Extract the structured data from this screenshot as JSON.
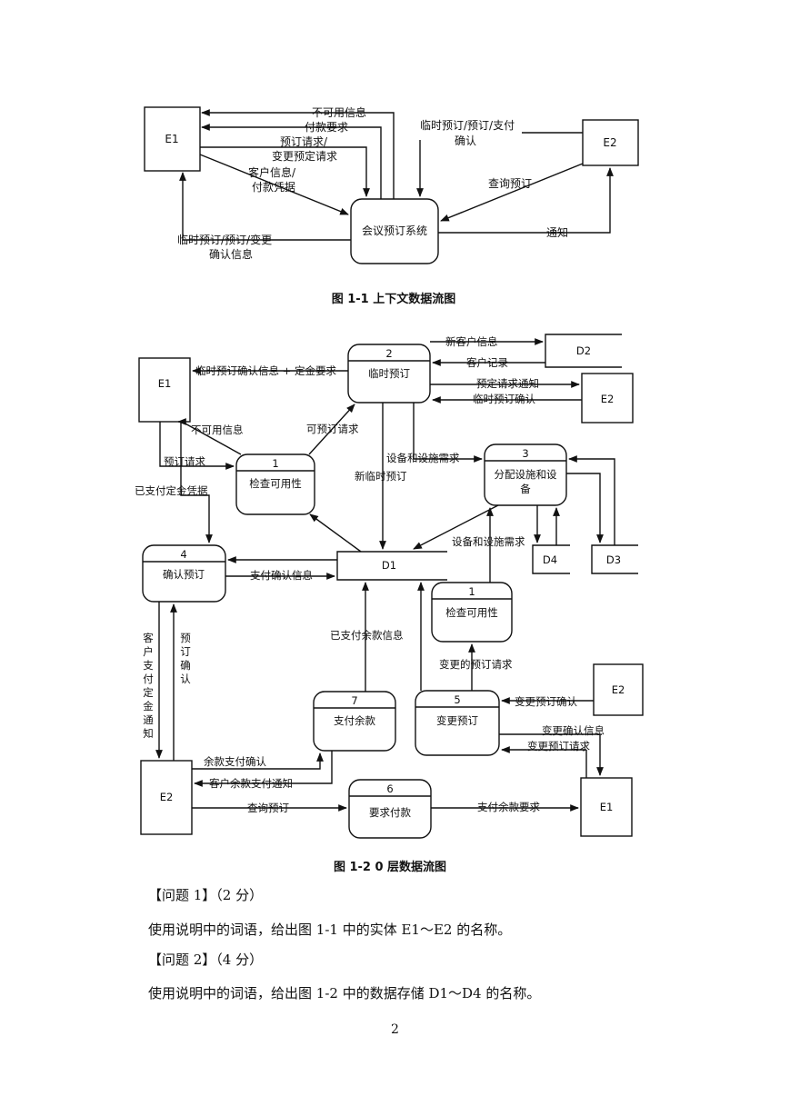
{
  "diagram1": {
    "entities": {
      "e1": "E1",
      "e2": "E2"
    },
    "process": "会议预订系统",
    "flows": {
      "unavailable": "不可用信息",
      "payment_request": "付款要求",
      "booking_request_1": "预订请求/",
      "booking_request_2": "变更预定请求",
      "customer_info_1": "客户信息/",
      "customer_info_2": "付款凭据",
      "confirm_1": "临时预订/预订/变更",
      "confirm_2": "确认信息",
      "e2_confirm_1": "临时预订/预订/支付",
      "e2_confirm_2": "确认",
      "query": "查询预订",
      "notify": "通知"
    },
    "caption": "图 1-1  上下文数据流图"
  },
  "diagram2": {
    "entities": {
      "e1": "E1",
      "e2": "E2"
    },
    "stores": {
      "d1": "D1",
      "d2": "D2",
      "d3": "D3",
      "d4": "D4"
    },
    "processes": {
      "p1a_id": "1",
      "p1a_name": "检查可用性",
      "p2_id": "2",
      "p2_name": "临时预订",
      "p3_id": "3",
      "p3_name_1": "分配设施和设",
      "p3_name_2": "备",
      "p4_id": "4",
      "p4_name": "确认预订",
      "p1b_id": "1",
      "p1b_name": "检查可用性",
      "p5_id": "5",
      "p5_name": "变更预订",
      "p6_id": "6",
      "p6_name": "要求付款",
      "p7_id": "7",
      "p7_name": "支付余款"
    },
    "flows": {
      "temp_confirm_deposit": "临时预订确认信息 + 定金要求",
      "new_customer": "新客户信息",
      "customer_record": "客户记录",
      "booking_notice": "预定请求通知",
      "temp_booking_confirm": "临时预订确认",
      "unavailable": "不可用信息",
      "bookable_request": "可预订请求",
      "booking_request": "预订请求",
      "paid_deposit": "已支付定金凭据",
      "facility_need_1": "设备和设施需求",
      "new_temp_booking": "新临时预订",
      "facility_need_2": "设备和设施需求",
      "payment_confirm": "支付确认信息",
      "paid_balance": "已支付余款信息",
      "changed_request": "变更的预订请求",
      "change_confirm_1": "变更预订确认",
      "change_confirm_info": "变更确认信息",
      "change_request": "变更预订请求",
      "deposit_notice_v": "客户支付定金通知",
      "booking_confirm_v": "预订确认",
      "balance_confirm": "余款支付确认",
      "balance_notice": "客户余款支付通知",
      "query": "查询预订",
      "balance_request": "支付余款要求"
    },
    "caption": "图 1-2   0 层数据流图"
  },
  "questions": [
    {
      "title": "【问题 1】（2 分）",
      "body": "使用说明中的词语，给出图 1-1 中的实体 E1～E2 的名称。"
    },
    {
      "title": "【问题 2】（4 分）",
      "body": "使用说明中的词语，给出图 1-2 中的数据存储 D1～D4 的名称。"
    }
  ],
  "page_number": "2"
}
